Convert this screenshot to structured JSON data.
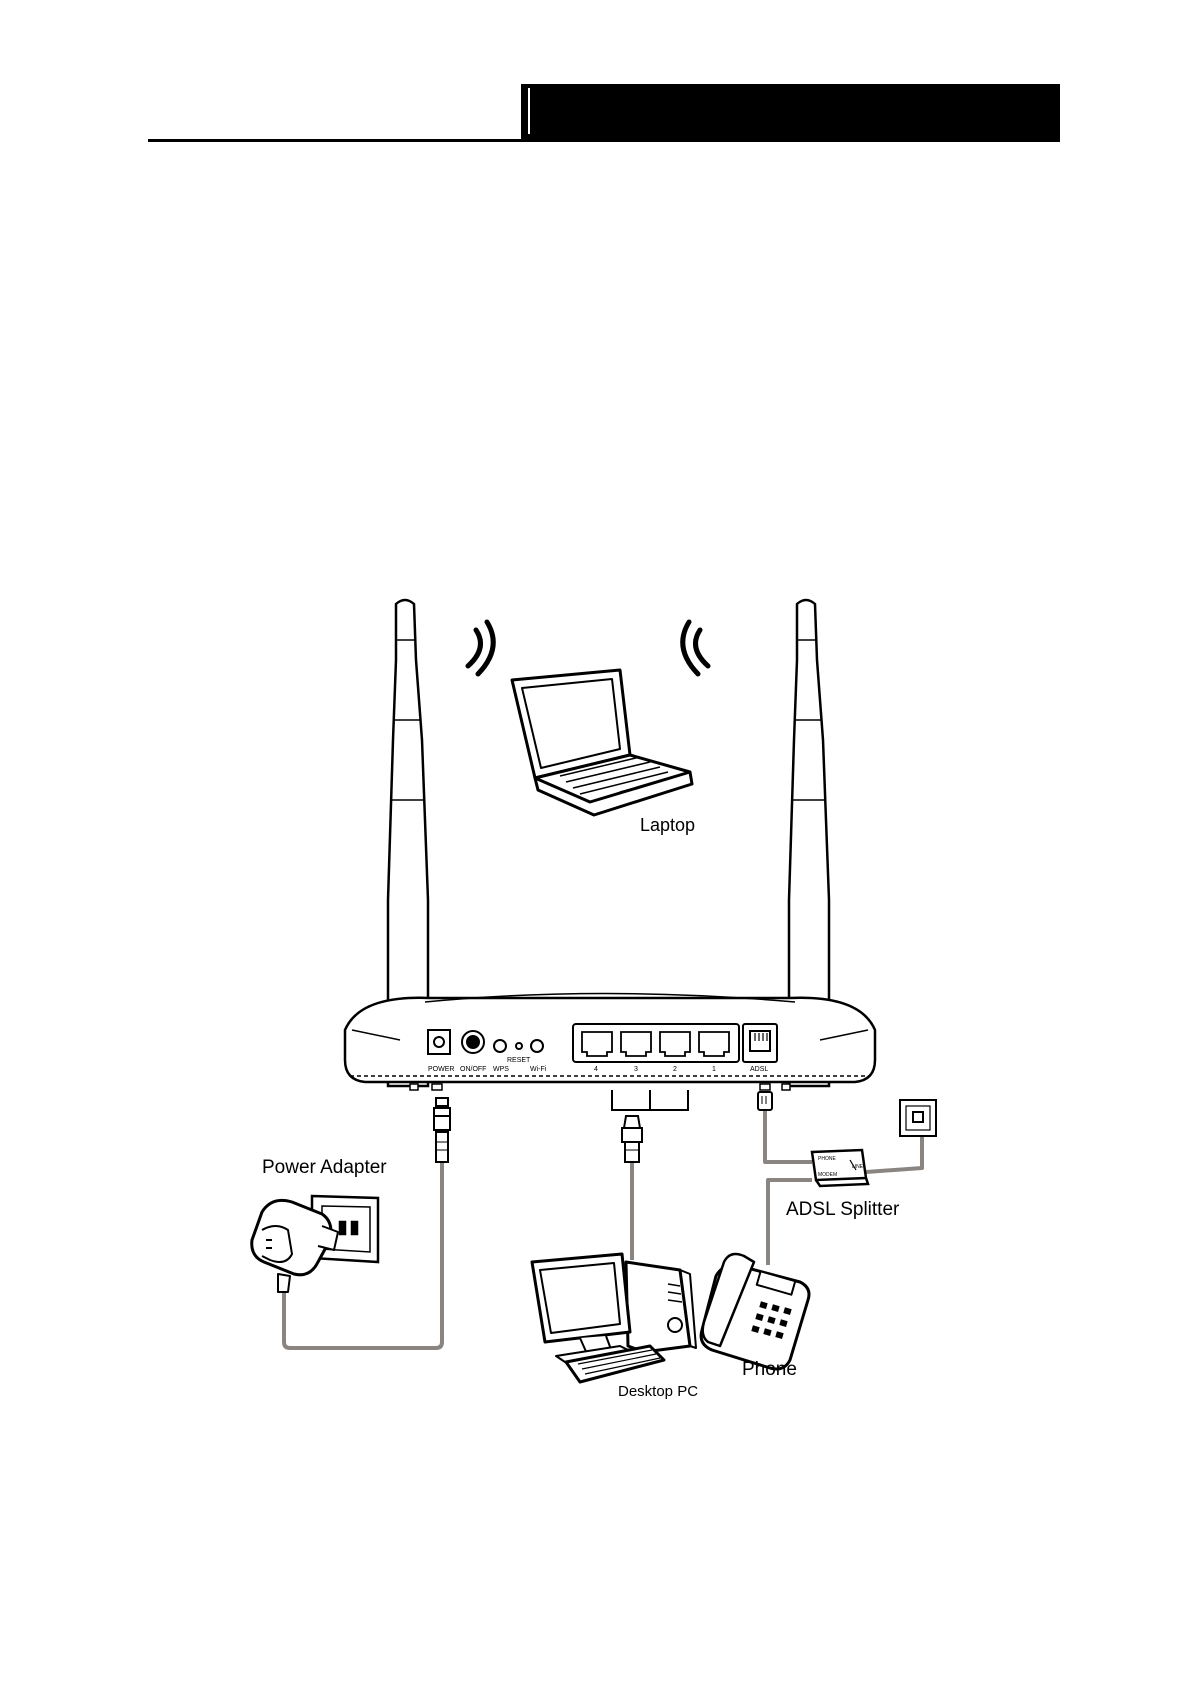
{
  "header": {
    "title": ""
  },
  "diagram": {
    "labels": {
      "laptop": "Laptop",
      "power_adapter": "Power Adapter",
      "adsl_splitter": "ADSL Splitter",
      "desktop_pc": "Desktop PC",
      "phone": "Phone"
    },
    "router_ports": {
      "power": "POWER",
      "on_off": "ON/OFF",
      "wps": "WPS",
      "reset": "RESET",
      "wifi": "Wi-Fi",
      "lan4": "4",
      "lan3": "3",
      "lan2": "2",
      "lan1": "1",
      "adsl": "ADSL"
    },
    "splitter_text": {
      "line": "LINE",
      "phone": "PHONE",
      "modem": "MODEM"
    }
  },
  "colors": {
    "ink": "#000000",
    "cable": "#8a8580",
    "paper": "#ffffff"
  }
}
